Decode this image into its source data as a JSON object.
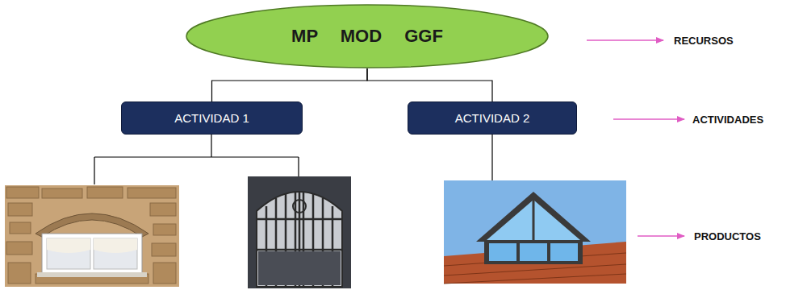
{
  "diagram": {
    "nodes": [
      {
        "text": [
          "MP MOD GGF"
        ]
      },
      {
        "text": [
          "ACTIVIDAD 1"
        ]
      },
      {
        "text": [
          "ACTIVIDAD 2"
        ]
      }
    ],
    "edges": [
      {
        "from": 0,
        "to": 1,
        "arrow": "none"
      },
      {
        "from": 0,
        "to": 2,
        "arrow": "none"
      }
    ],
    "labels": [
      "RECURSOS",
      "ACTIVIDADES",
      "PRODUCTOS"
    ]
  }
}
